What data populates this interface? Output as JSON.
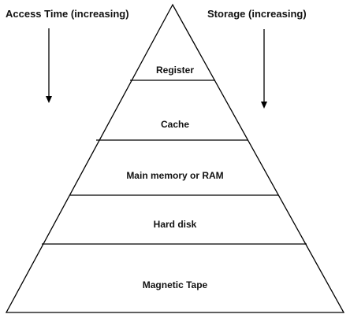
{
  "axes": {
    "left_label": "Access Time (increasing)",
    "right_label": "Storage (increasing)"
  },
  "pyramid": {
    "levels": [
      {
        "label": "Register"
      },
      {
        "label": "Cache"
      },
      {
        "label": "Main memory or RAM"
      },
      {
        "label": "Hard disk"
      },
      {
        "label": "Magnetic Tape"
      }
    ]
  }
}
